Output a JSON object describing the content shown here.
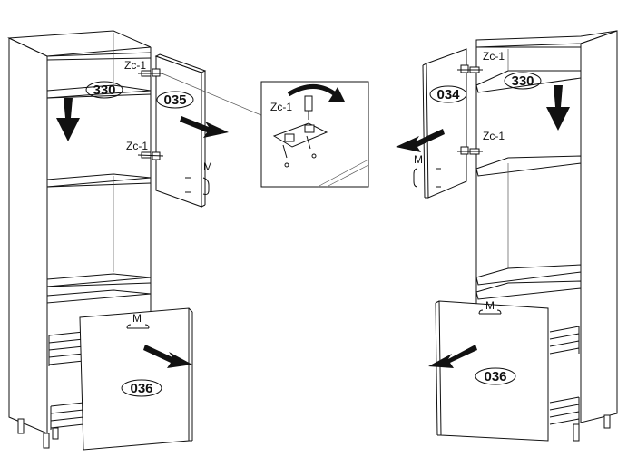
{
  "labels": {
    "hinge": "Zc-1",
    "handle": "M"
  },
  "parts": {
    "shelf": "330",
    "door_left": "035",
    "door_right": "034",
    "drawer_front": "036"
  },
  "colors": {
    "line": "#111111",
    "background": "#ffffff"
  },
  "icons": [
    "rotate-arrow-icon",
    "screwdriver-icon",
    "hinge-icon",
    "push-arrow-icon",
    "down-arrow-icon",
    "handle-icon"
  ]
}
